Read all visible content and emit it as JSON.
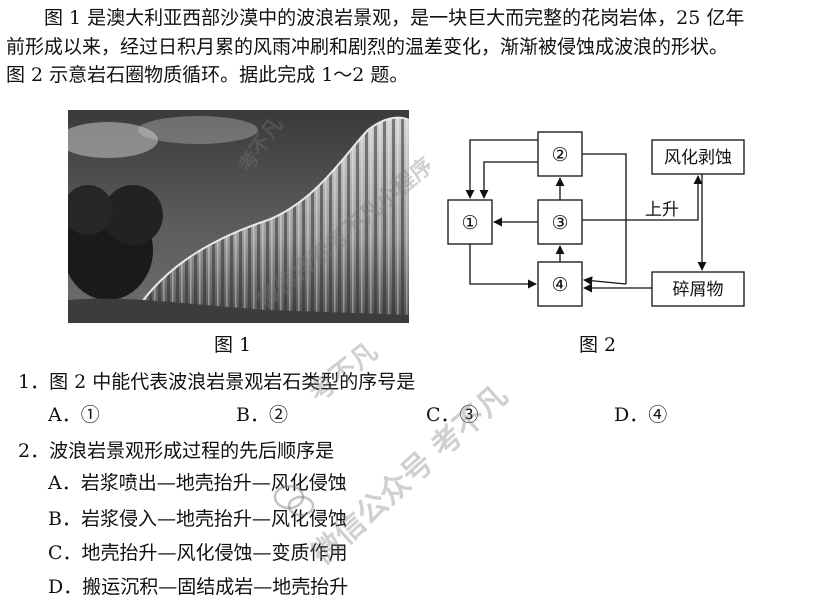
{
  "intro": {
    "line1": "图 1 是澳大利亚西部沙漠中的波浪岩景观，是一块巨大而完整的花岗岩体，25 亿年",
    "line2": "前形成以来，经过日积月累的风雨冲刷和剧烈的温差变化，渐渐被侵蚀成波浪的形状。",
    "line3": "图 2 示意岩石圈物质循环。据此完成 1～2 题。"
  },
  "figure1": {
    "caption": "图 1"
  },
  "figure2": {
    "caption": "图 2",
    "nodes": {
      "n1": "①",
      "n2": "②",
      "n3": "③",
      "n4": "④",
      "weathering": "风化剥蚀",
      "debris": "碎屑物"
    },
    "uplift_label": "上升"
  },
  "questions": [
    {
      "stem": "1．图 2 中能代表波浪岩景观岩石类型的序号是",
      "options": [
        "A．①",
        "B．②",
        "C．③",
        "D．④"
      ]
    },
    {
      "stem": "2．波浪岩景观形成过程的先后顺序是",
      "options": [
        "A．岩浆喷出—地壳抬升—风化侵蚀",
        "B．岩浆侵入—地壳抬升—风化侵蚀",
        "C．地壳抬升—风化侵蚀—变质作用",
        "D．搬运沉积—固结成岩—地壳抬升"
      ]
    }
  ],
  "watermarks": [
    "考不凡",
    "微信搜索考不凡小程序",
    "考不凡",
    "微信公众号 考不凡"
  ]
}
